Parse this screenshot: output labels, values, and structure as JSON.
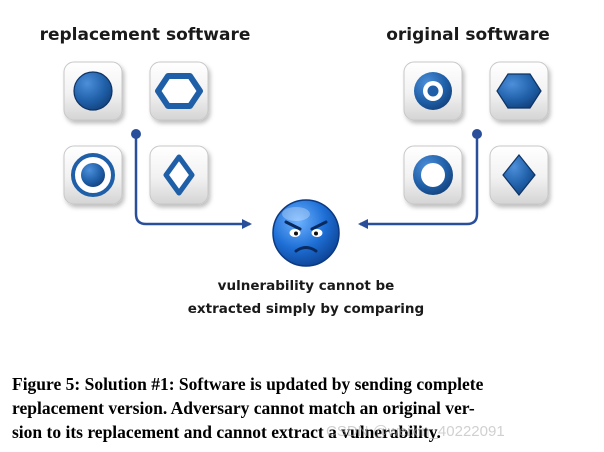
{
  "headings": {
    "left": "replacement software",
    "right": "original software"
  },
  "icons": {
    "replacement": [
      {
        "name": "filled-circle-icon"
      },
      {
        "name": "hexagon-outline-icon"
      },
      {
        "name": "double-ring-circle-icon"
      },
      {
        "name": "diamond-outline-icon"
      }
    ],
    "original": [
      {
        "name": "ring-circle-icon"
      },
      {
        "name": "filled-hexagon-icon"
      },
      {
        "name": "thick-ring-circle-icon"
      },
      {
        "name": "filled-diamond-icon"
      }
    ]
  },
  "note": {
    "line1": "vulnerability cannot be",
    "line2": "extracted simply by comparing"
  },
  "caption": {
    "line1": "Figure 5: Solution #1: Software is updated by sending complete",
    "line2": "replacement version. Adversary cannot match an original ver-",
    "line3": "sion to its replacement and cannot extract a vulnerability."
  },
  "watermark": "CSDN @weixin_40222091",
  "colors": {
    "icon_blue": "#1f5fa8",
    "arrow_blue": "#2a4f9a",
    "smiley_blue": "#1e6fd6",
    "tile_bg": "#f2f2f2"
  }
}
